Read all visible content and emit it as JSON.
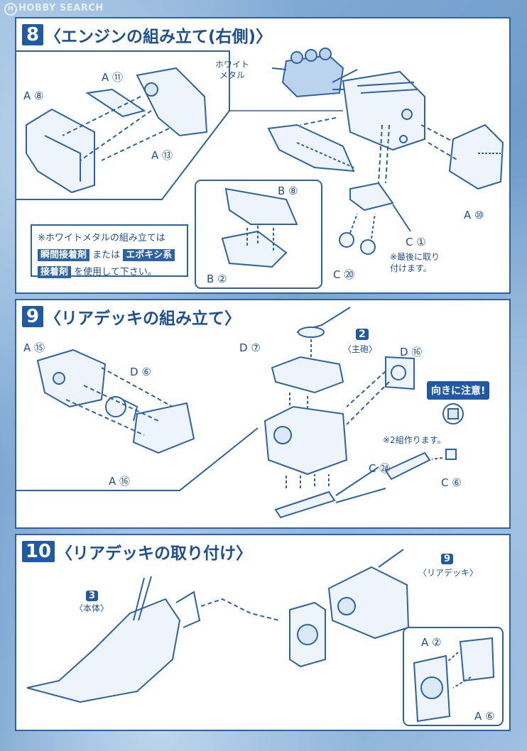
{
  "watermark": "HOBBY SEARCH",
  "step8": {
    "number": "8",
    "title": "〈エンジンの組み立て(右側)〉",
    "white_metal_label": "ホワイト\nメタル",
    "parts": {
      "a11": "A ⑪",
      "a8": "A ⑧",
      "a13": "A ⑬",
      "a10": "A ⑩",
      "b8": "B ⑧",
      "b2": "B ②",
      "c1": "C ①",
      "c20": "C ⑳"
    },
    "last_note": "※最後に取り\n付けます。",
    "note": {
      "line1": "※ホワイトメタルの組み立ては",
      "hl1": "瞬間接着剤",
      "mid": " または ",
      "hl2": "エポキシ系",
      "hl3": "接着剤",
      "end": " を使用して下さい。"
    }
  },
  "step9": {
    "number": "9",
    "title": "〈リアデッキの組み立て〉",
    "parts": {
      "a15": "A ⑮",
      "d6": "D ⑥",
      "a16": "A ⑯",
      "d7": "D ⑦",
      "d16": "D ⑯",
      "c24": "C ㉔",
      "c6": "C ⑥"
    },
    "main_gun_num": "2",
    "main_gun": "〈主砲〉",
    "caution": "向きに注意!",
    "make_two": "※2組作ります。"
  },
  "step10": {
    "number": "10",
    "title": "〈リアデッキの取り付け〉",
    "body_num": "3",
    "body": "〈本体〉",
    "deck_num": "9",
    "deck": "〈リアデッキ〉",
    "parts": {
      "a2": "A ②",
      "a6": "A ⑥"
    }
  },
  "colors": {
    "ink": "#1d4f93",
    "accent": "#1f5aa6",
    "paper": "#ffffff"
  }
}
